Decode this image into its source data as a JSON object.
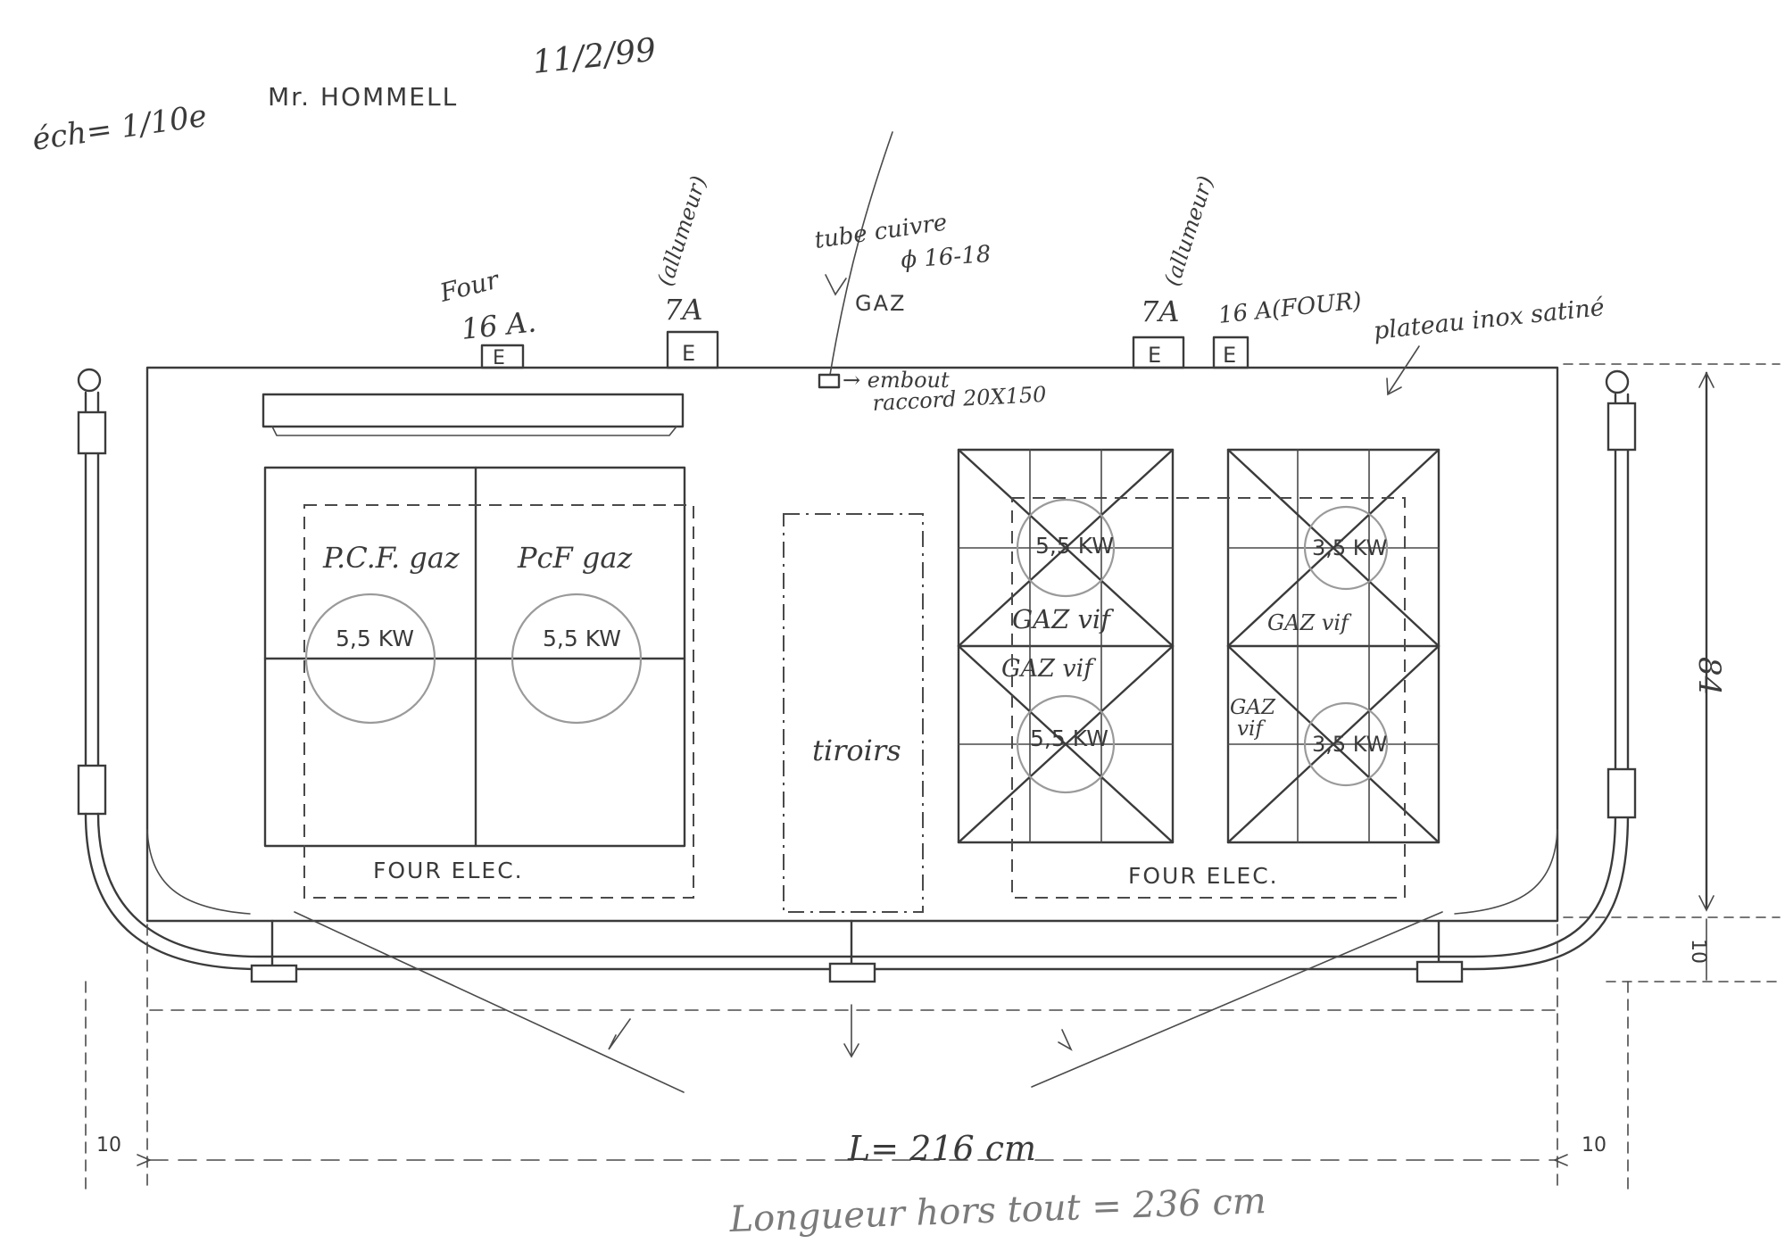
{
  "header": {
    "client": "Mr. HOMMELL",
    "date": "11/2/99",
    "scale": "éch= 1/10e"
  },
  "connections": {
    "oven_left_label": "Four",
    "oven_left_amp": "16 A.",
    "oven_left_box": "E",
    "igniter_left_label": "(allumeur)",
    "igniter_left_amp": "7A",
    "igniter_left_box": "E",
    "gas_pipe_line1": "tube cuivre",
    "gas_pipe_line2": "ϕ 16-18",
    "gas_label": "GAZ",
    "fitting_line1": "→ embout",
    "fitting_line2": "raccord 20X150",
    "igniter_right_label": "(allumeur)",
    "igniter_right_amp": "7A",
    "igniter_right_box": "E",
    "oven_right_amp": "16 A(FOUR)",
    "oven_right_box": "E",
    "top_surface": "plateau inox satiné"
  },
  "left_unit": {
    "plate1_label": "P.C.F. gaz",
    "plate1_power": "5,5 KW",
    "plate2_label": "PcF gaz",
    "plate2_power": "5,5 KW",
    "oven_label": "FOUR ELEC."
  },
  "center_unit": {
    "drawers_label": "tiroirs"
  },
  "right_unit": {
    "b1_power": "5,5 KW",
    "b1_type": "GAZ vif",
    "b2_type": "GAZ vif",
    "b2_power": "5,5 KW",
    "b3_power": "3,5 KW",
    "b3_type": "GAZ vif",
    "b4_type_line1": "GAZ",
    "b4_type_line2": "vif",
    "b4_power": "3,5 KW",
    "oven_label": "FOUR ELEC."
  },
  "dimensions": {
    "depth": "84",
    "rail_depth": "10",
    "length": "L= 216 cm",
    "left_margin": "10",
    "right_margin": "10",
    "overall": "Longueur hors tout = 236 cm"
  }
}
